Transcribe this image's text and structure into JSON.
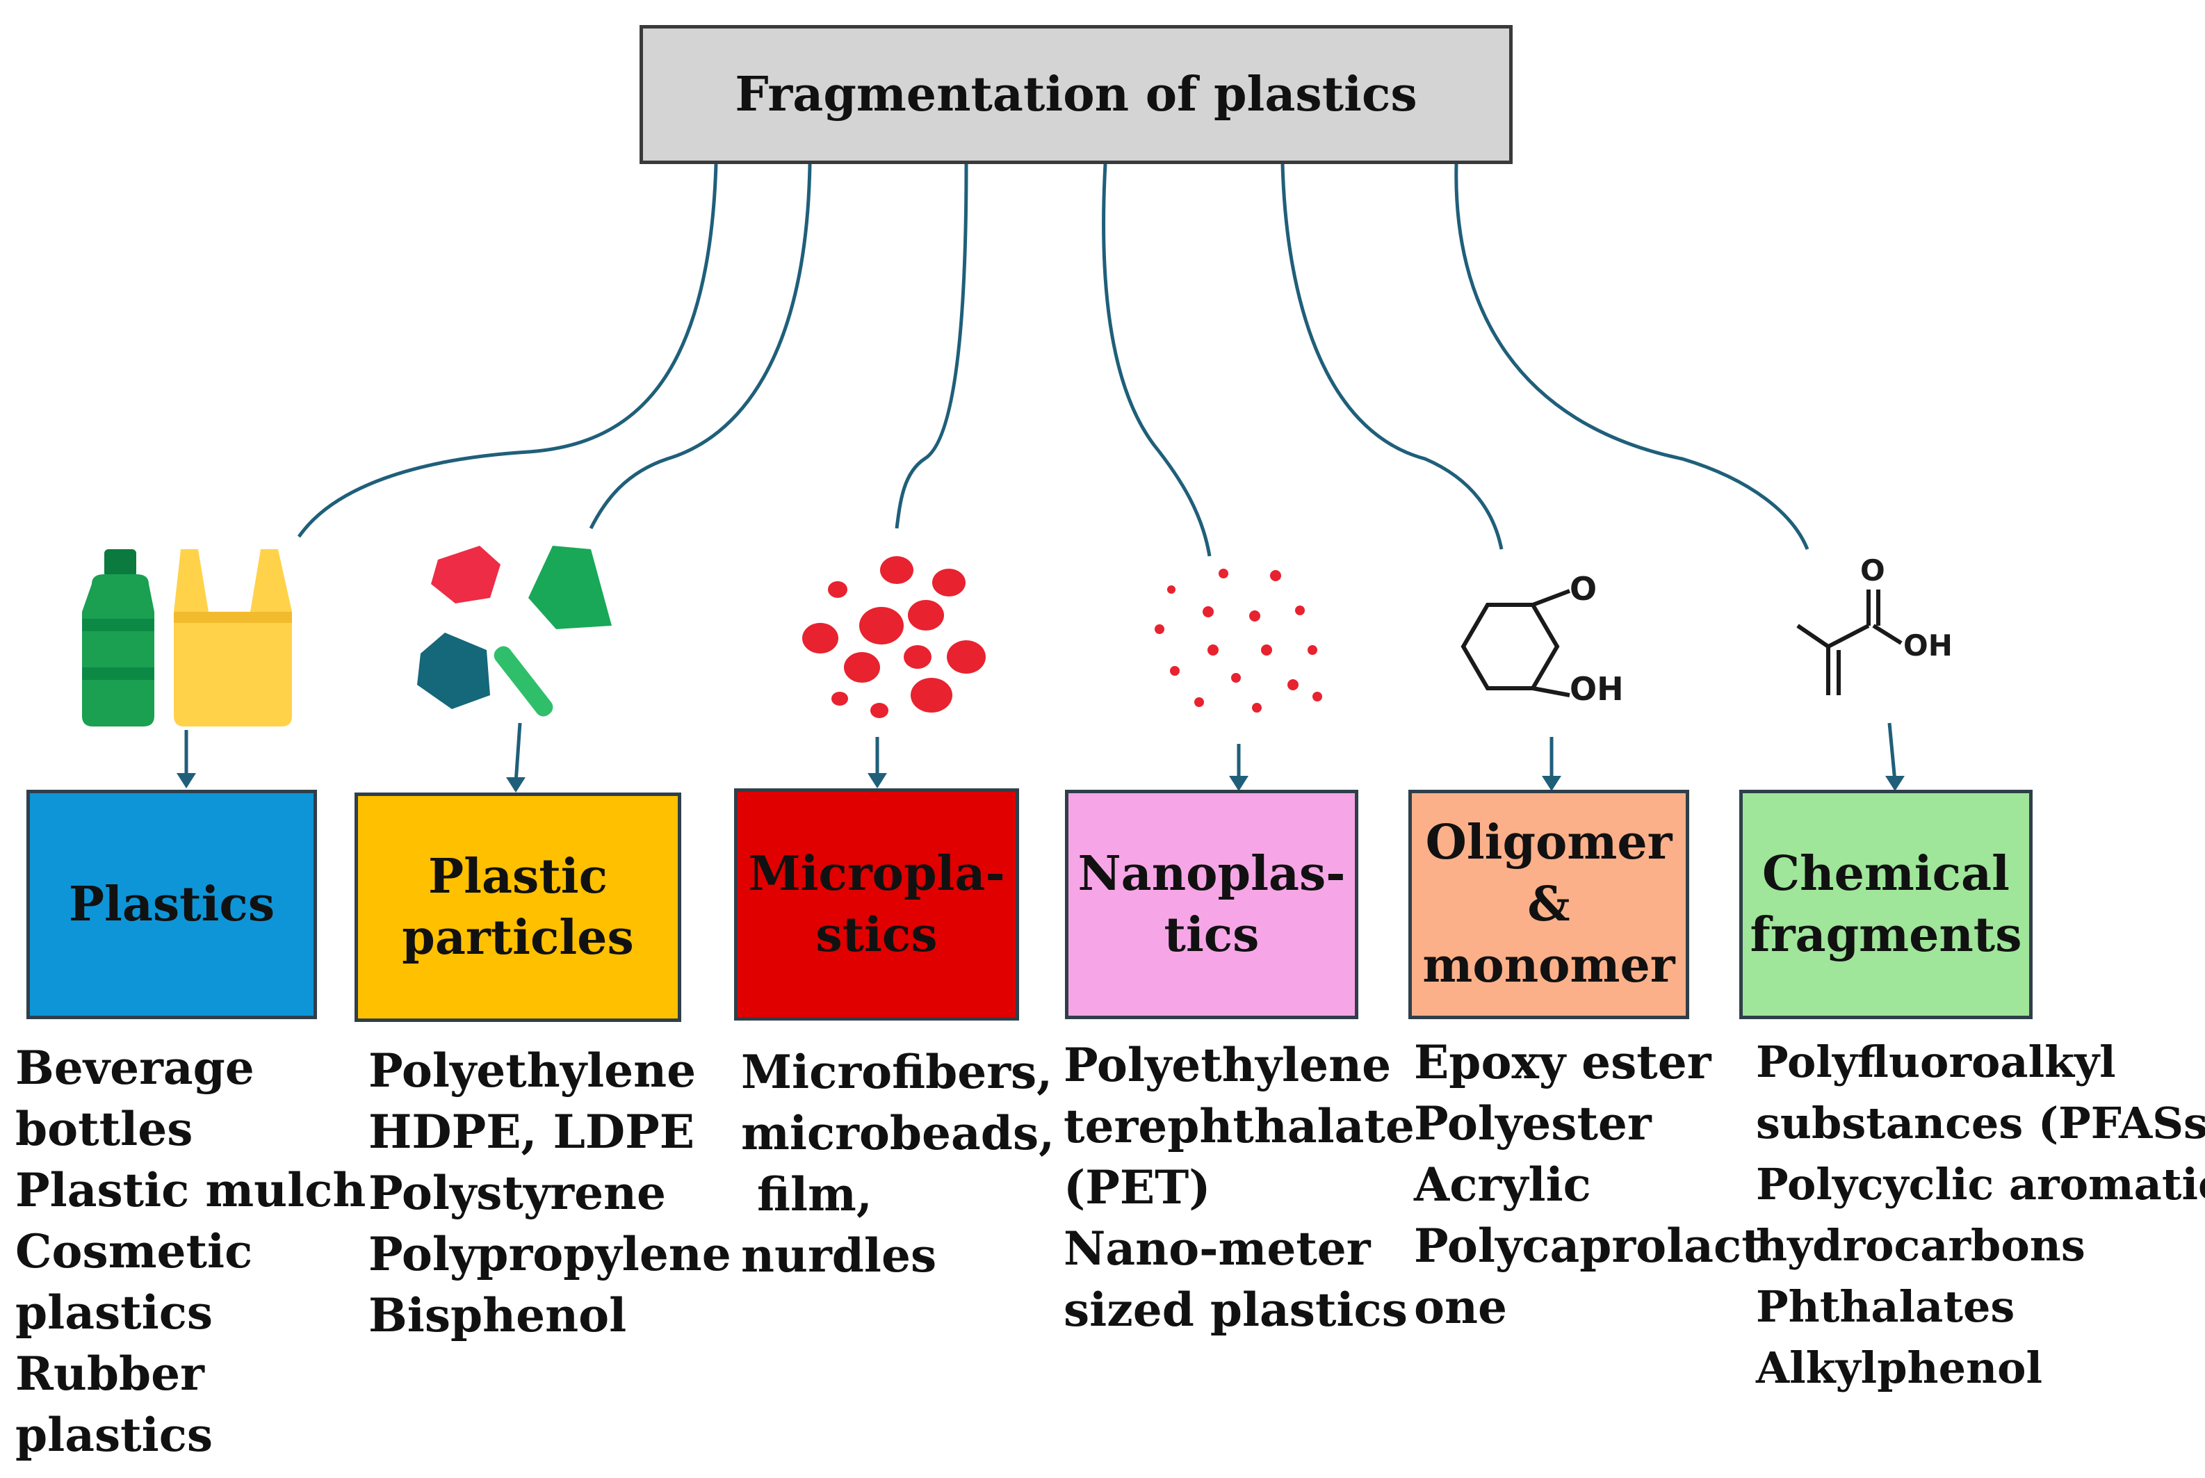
{
  "title": "Fragmentation of plastics",
  "colors": {
    "connector": "#1f5f7a",
    "plastics": "#0e95d8",
    "plastic_particles": "#ffc000",
    "microplastics": "#e00000",
    "nanoplastics": "#f6a6e6",
    "oligomer": "#fbb08a",
    "chemical": "#9fe59a",
    "red_dot": "#e8222f"
  },
  "categories": [
    {
      "id": "plastics",
      "label": "Plastics",
      "icon": "bottle-and-bag-icon",
      "items": [
        "Beverage",
        "bottles",
        "Plastic mulch",
        "Cosmetic",
        "plastics",
        "Rubber",
        "plastics"
      ]
    },
    {
      "id": "plastic-particles",
      "label": "Plastic\nparticles",
      "icon": "plastic-fragments-icon",
      "items": [
        "Polyethylene",
        "HDPE, LDPE",
        "Polystyrene",
        "Polypropylene",
        "Bisphenol"
      ]
    },
    {
      "id": "microplastics",
      "label": "Micropla-\nstics",
      "icon": "red-droplets-icon",
      "items": [
        "Microfibers,",
        "microbeads,",
        " film,",
        "nurdles"
      ]
    },
    {
      "id": "nanoplastics",
      "label": "Nanoplas-\ntics",
      "icon": "red-dots-icon",
      "items": [
        "Polyethylene",
        "terephthalate",
        "(PET)",
        "Nano-meter",
        "sized plastics"
      ]
    },
    {
      "id": "oligomer",
      "label": "Oligomer\n&\nmonomer",
      "icon": "cyclohexanol-structure-icon",
      "items": [
        "Epoxy ester",
        "Polyester",
        "Acrylic",
        "Polycaprolact",
        "one"
      ]
    },
    {
      "id": "chemical",
      "label": "Chemical\nfragments",
      "icon": "methacrylic-acid-structure-icon",
      "items": [
        "Polyfluoroalkyl",
        "substances (PFASs)",
        "Polycyclic aromatic",
        "hydrocarbons",
        "Phthalates",
        "Alkylphenol"
      ]
    }
  ],
  "chem_labels": {
    "o": "O",
    "oh": "OH"
  }
}
